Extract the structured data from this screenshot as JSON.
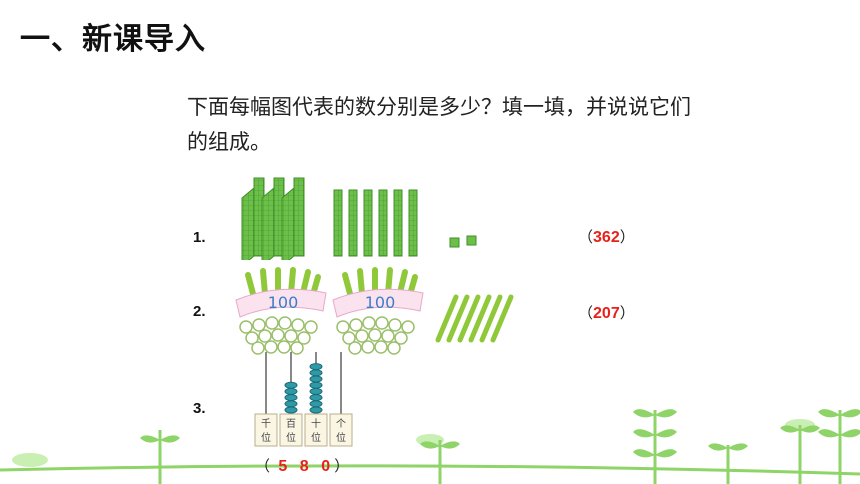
{
  "header": {
    "title": "一、新课导入"
  },
  "prompt": {
    "text": "下面每幅图代表的数分别是多少？填一填，并说说它们的组成。"
  },
  "questions": [
    {
      "number": "1.",
      "paren_open": "（",
      "answer": "362",
      "paren_close": "）"
    },
    {
      "number": "2.",
      "paren_open": "（",
      "answer": "207",
      "paren_close": "）"
    },
    {
      "number": "3.",
      "paren_open": "（",
      "digits": [
        "5",
        "8",
        "0"
      ],
      "paren_close": "）"
    }
  ],
  "bundle_label": "100",
  "abacus": {
    "place_labels": [
      {
        "top": "千",
        "bottom": "位"
      },
      {
        "top": "百",
        "bottom": "位"
      },
      {
        "top": "十",
        "bottom": "位"
      },
      {
        "top": "个",
        "bottom": "位"
      }
    ],
    "beads": [
      0,
      5,
      8,
      0
    ],
    "bead_color": "#2e9aa8"
  },
  "colors": {
    "block_green": "#6cc04a",
    "answer_red": "#e8201a",
    "grass_green": "#8fd468"
  }
}
